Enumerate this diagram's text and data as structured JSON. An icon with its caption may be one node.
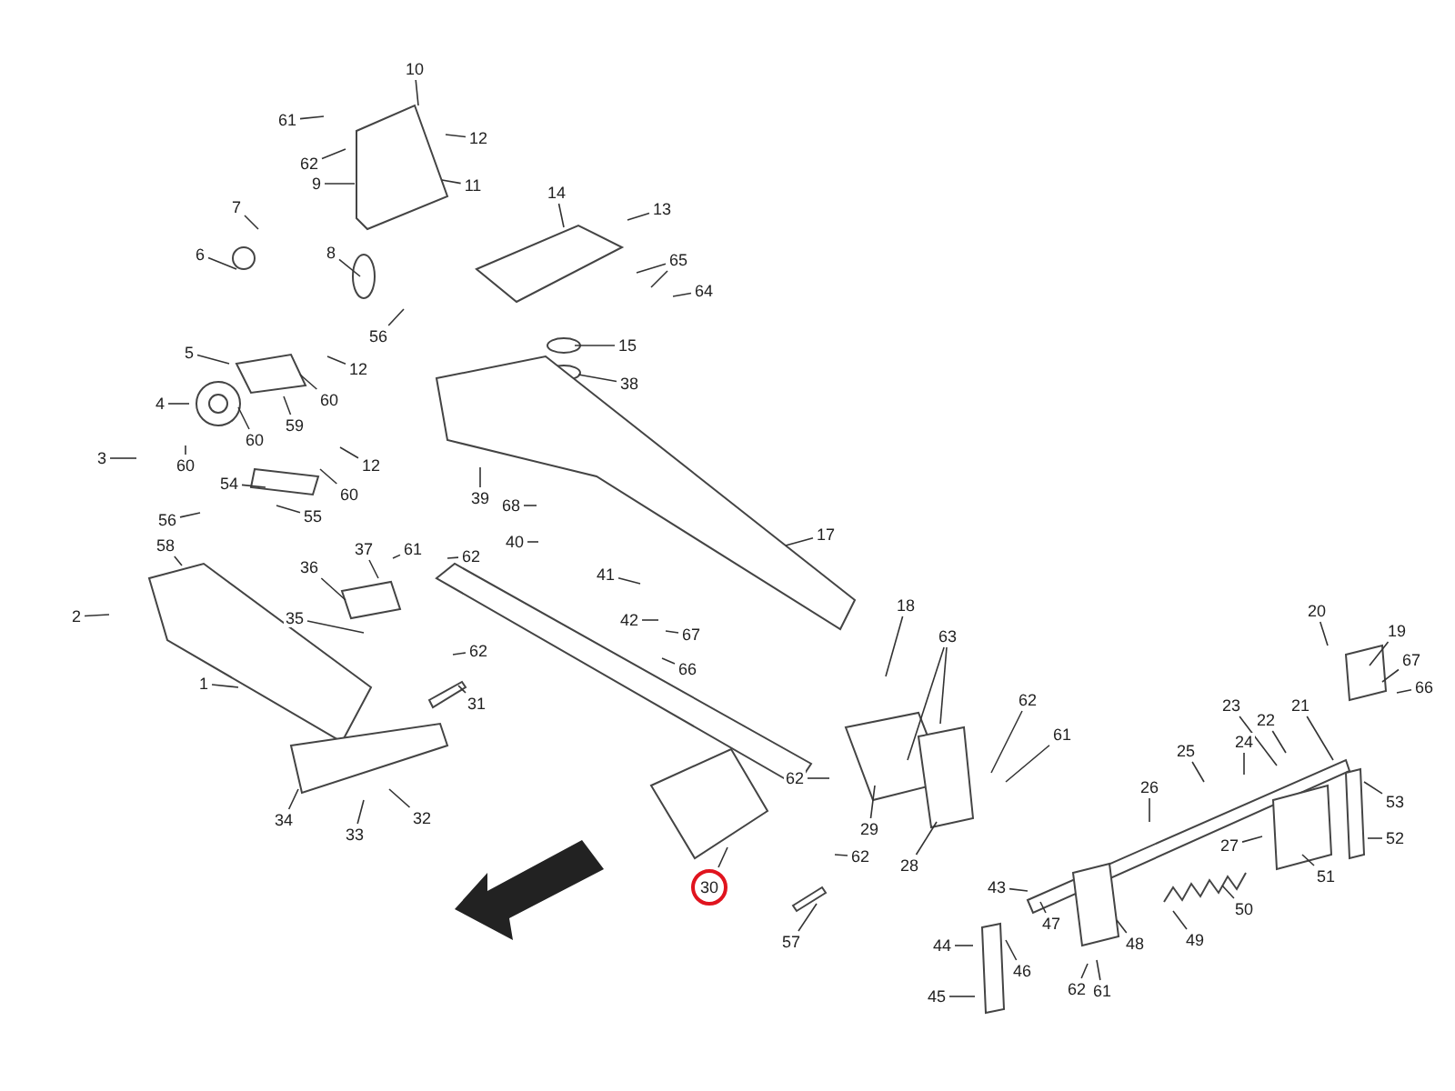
{
  "diagram": {
    "nodes": [
      {
        "text": [
          "10"
        ]
      },
      {
        "text": [
          "61"
        ]
      },
      {
        "text": [
          "62"
        ]
      },
      {
        "text": [
          "12"
        ]
      },
      {
        "text": [
          "11"
        ]
      },
      {
        "text": [
          "9"
        ]
      },
      {
        "text": [
          "14"
        ]
      },
      {
        "text": [
          "13"
        ]
      },
      {
        "text": [
          "7"
        ]
      },
      {
        "text": [
          "6"
        ]
      },
      {
        "text": [
          "8"
        ]
      },
      {
        "text": [
          "65"
        ]
      },
      {
        "text": [
          "64"
        ]
      },
      {
        "text": [
          "56"
        ]
      },
      {
        "text": [
          "15"
        ]
      },
      {
        "text": [
          "38"
        ]
      },
      {
        "text": [
          "5"
        ]
      },
      {
        "text": [
          "12"
        ]
      },
      {
        "text": [
          "60"
        ]
      },
      {
        "text": [
          "4"
        ]
      },
      {
        "text": [
          "60"
        ]
      },
      {
        "text": [
          "59"
        ]
      },
      {
        "text": [
          "3"
        ]
      },
      {
        "text": [
          "60"
        ]
      },
      {
        "text": [
          "54"
        ]
      },
      {
        "text": [
          "12"
        ]
      },
      {
        "text": [
          "60"
        ]
      },
      {
        "text": [
          "56"
        ]
      },
      {
        "text": [
          "55"
        ]
      },
      {
        "text": [
          "39"
        ]
      },
      {
        "text": [
          "68"
        ]
      },
      {
        "text": [
          "17"
        ]
      },
      {
        "text": [
          "40"
        ]
      },
      {
        "text": [
          "58"
        ]
      },
      {
        "text": [
          "61"
        ]
      },
      {
        "text": [
          "37"
        ]
      },
      {
        "text": [
          "62"
        ]
      },
      {
        "text": [
          "36"
        ]
      },
      {
        "text": [
          "41"
        ]
      },
      {
        "text": [
          "2"
        ]
      },
      {
        "text": [
          "35"
        ]
      },
      {
        "text": [
          "18"
        ]
      },
      {
        "text": [
          "63"
        ]
      },
      {
        "text": [
          "42"
        ]
      },
      {
        "text": [
          "20"
        ]
      },
      {
        "text": [
          "19"
        ]
      },
      {
        "text": [
          "67"
        ]
      },
      {
        "text": [
          "62"
        ]
      },
      {
        "text": [
          "67"
        ]
      },
      {
        "text": [
          "66"
        ]
      },
      {
        "text": [
          "66"
        ]
      },
      {
        "text": [
          "1"
        ]
      },
      {
        "text": [
          "31"
        ]
      },
      {
        "text": [
          "62"
        ]
      },
      {
        "text": [
          "21"
        ]
      },
      {
        "text": [
          "23"
        ]
      },
      {
        "text": [
          "22"
        ]
      },
      {
        "text": [
          "61"
        ]
      },
      {
        "text": [
          "25"
        ]
      },
      {
        "text": [
          "24"
        ]
      },
      {
        "text": [
          "62"
        ]
      },
      {
        "text": [
          "53"
        ]
      },
      {
        "text": [
          "26"
        ]
      },
      {
        "text": [
          "34"
        ]
      },
      {
        "text": [
          "33"
        ]
      },
      {
        "text": [
          "32"
        ]
      },
      {
        "text": [
          "29"
        ]
      },
      {
        "text": [
          "62"
        ]
      },
      {
        "text": [
          "27"
        ]
      },
      {
        "text": [
          "52"
        ]
      },
      {
        "text": [
          "28"
        ]
      },
      {
        "text": [
          "30"
        ]
      },
      {
        "text": [
          "51"
        ]
      },
      {
        "text": [
          "43"
        ]
      },
      {
        "text": [
          "50"
        ]
      },
      {
        "text": [
          "57"
        ]
      },
      {
        "text": [
          "49"
        ]
      },
      {
        "text": [
          "47"
        ]
      },
      {
        "text": [
          "48"
        ]
      },
      {
        "text": [
          "44"
        ]
      },
      {
        "text": [
          "46"
        ]
      },
      {
        "text": [
          "61"
        ]
      },
      {
        "text": [
          "62"
        ]
      },
      {
        "text": [
          "45"
        ]
      }
    ],
    "edges": [
      {
        "from": 0,
        "to": null,
        "arrow": "none"
      },
      {
        "from": 1,
        "to": null,
        "arrow": "none"
      },
      {
        "from": 2,
        "to": null,
        "arrow": "none"
      },
      {
        "from": 3,
        "to": null,
        "arrow": "none"
      },
      {
        "from": 4,
        "to": null,
        "arrow": "none"
      },
      {
        "from": 5,
        "to": null,
        "arrow": "none"
      },
      {
        "from": 6,
        "to": null,
        "arrow": "none"
      },
      {
        "from": 7,
        "to": null,
        "arrow": "none"
      },
      {
        "from": 8,
        "to": null,
        "arrow": "none"
      },
      {
        "from": 9,
        "to": null,
        "arrow": "none"
      },
      {
        "from": 10,
        "to": null,
        "arrow": "none"
      },
      {
        "from": 11,
        "to": null,
        "arrow": "none"
      },
      {
        "from": 11,
        "to": null,
        "arrow": "none"
      },
      {
        "from": 12,
        "to": null,
        "arrow": "none"
      },
      {
        "from": 13,
        "to": null,
        "arrow": "none"
      },
      {
        "from": 14,
        "to": null,
        "arrow": "none"
      },
      {
        "from": 15,
        "to": null,
        "arrow": "none"
      },
      {
        "from": 16,
        "to": null,
        "arrow": "none"
      },
      {
        "from": 17,
        "to": null,
        "arrow": "none"
      },
      {
        "from": 18,
        "to": null,
        "arrow": "none"
      },
      {
        "from": 19,
        "to": null,
        "arrow": "none"
      },
      {
        "from": 20,
        "to": null,
        "arrow": "none"
      },
      {
        "from": 21,
        "to": null,
        "arrow": "none"
      },
      {
        "from": 22,
        "to": null,
        "arrow": "none"
      },
      {
        "from": 23,
        "to": null,
        "arrow": "none"
      },
      {
        "from": 24,
        "to": null,
        "arrow": "none"
      },
      {
        "from": 25,
        "to": null,
        "arrow": "none"
      },
      {
        "from": 26,
        "to": null,
        "arrow": "none"
      },
      {
        "from": 27,
        "to": null,
        "arrow": "none"
      },
      {
        "from": 28,
        "to": null,
        "arrow": "none"
      },
      {
        "from": 29,
        "to": null,
        "arrow": "none"
      },
      {
        "from": 30,
        "to": null,
        "arrow": "none"
      },
      {
        "from": 31,
        "to": null,
        "arrow": "none"
      },
      {
        "from": 32,
        "to": null,
        "arrow": "none"
      },
      {
        "from": 33,
        "to": null,
        "arrow": "none"
      },
      {
        "from": 34,
        "to": null,
        "arrow": "none"
      },
      {
        "from": 35,
        "to": null,
        "arrow": "none"
      },
      {
        "from": 36,
        "to": null,
        "arrow": "none"
      },
      {
        "from": 37,
        "to": null,
        "arrow": "none"
      },
      {
        "from": 38,
        "to": null,
        "arrow": "none"
      },
      {
        "from": 39,
        "to": null,
        "arrow": "none"
      },
      {
        "from": 40,
        "to": null,
        "arrow": "none"
      },
      {
        "from": 41,
        "to": null,
        "arrow": "none"
      },
      {
        "from": 42,
        "to": null,
        "arrow": "none"
      },
      {
        "from": 42,
        "to": null,
        "arrow": "none"
      },
      {
        "from": 43,
        "to": null,
        "arrow": "none"
      },
      {
        "from": 44,
        "to": null,
        "arrow": "none"
      },
      {
        "from": 45,
        "to": null,
        "arrow": "none"
      },
      {
        "from": 46,
        "to": null,
        "arrow": "none"
      },
      {
        "from": 47,
        "to": null,
        "arrow": "none"
      },
      {
        "from": 48,
        "to": null,
        "arrow": "none"
      },
      {
        "from": 49,
        "to": null,
        "arrow": "none"
      },
      {
        "from": 50,
        "to": null,
        "arrow": "none"
      },
      {
        "from": 51,
        "to": null,
        "arrow": "none"
      },
      {
        "from": 52,
        "to": null,
        "arrow": "none"
      },
      {
        "from": 53,
        "to": null,
        "arrow": "none"
      },
      {
        "from": 54,
        "to": null,
        "arrow": "none"
      },
      {
        "from": 55,
        "to": null,
        "arrow": "none"
      },
      {
        "from": 56,
        "to": null,
        "arrow": "none"
      },
      {
        "from": 57,
        "to": null,
        "arrow": "none"
      },
      {
        "from": 58,
        "to": null,
        "arrow": "none"
      },
      {
        "from": 59,
        "to": null,
        "arrow": "none"
      },
      {
        "from": 60,
        "to": null,
        "arrow": "none"
      },
      {
        "from": 61,
        "to": null,
        "arrow": "none"
      },
      {
        "from": 62,
        "to": null,
        "arrow": "none"
      },
      {
        "from": 63,
        "to": null,
        "arrow": "none"
      },
      {
        "from": 64,
        "to": null,
        "arrow": "none"
      },
      {
        "from": 65,
        "to": null,
        "arrow": "none"
      },
      {
        "from": 66,
        "to": null,
        "arrow": "none"
      },
      {
        "from": 67,
        "to": null,
        "arrow": "none"
      },
      {
        "from": 68,
        "to": null,
        "arrow": "none"
      },
      {
        "from": 69,
        "to": null,
        "arrow": "none"
      },
      {
        "from": 70,
        "to": null,
        "arrow": "none"
      },
      {
        "from": 71,
        "to": null,
        "arrow": "none"
      },
      {
        "from": 72,
        "to": null,
        "arrow": "none"
      },
      {
        "from": 73,
        "to": null,
        "arrow": "none"
      },
      {
        "from": 74,
        "to": null,
        "arrow": "none"
      },
      {
        "from": 75,
        "to": null,
        "arrow": "none"
      },
      {
        "from": 76,
        "to": null,
        "arrow": "none"
      },
      {
        "from": 77,
        "to": null,
        "arrow": "none"
      },
      {
        "from": 78,
        "to": null,
        "arrow": "none"
      },
      {
        "from": 79,
        "to": null,
        "arrow": "none"
      },
      {
        "from": 80,
        "to": null,
        "arrow": "none"
      },
      {
        "from": 81,
        "to": null,
        "arrow": "none"
      },
      {
        "from": 82,
        "to": null,
        "arrow": "none"
      },
      {
        "from": 83,
        "to": null,
        "arrow": "none"
      }
    ]
  }
}
